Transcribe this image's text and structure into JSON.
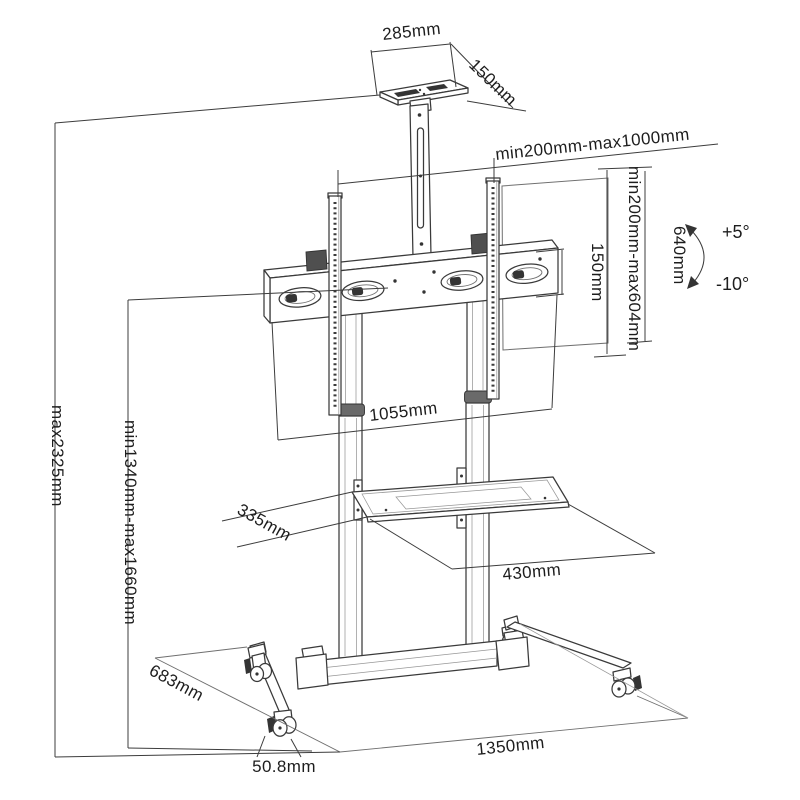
{
  "diagram": {
    "description": "Mobile TV cart stand technical dimension diagram",
    "ink": "#3a3a3a",
    "background": "#ffffff"
  },
  "dims": {
    "top_shelf_width": "285mm",
    "top_shelf_depth": "150mm",
    "rail_span_range": "min200mm-max1000mm",
    "vesa_height_range": "min200mm-max604mm",
    "rail_length": "640mm",
    "tilt_up": "+5°",
    "tilt_down": "-10°",
    "crossbar_height": "150mm",
    "crossbar_width": "1055mm",
    "max_overall_height": "max2325mm",
    "column_height_range": "min1340mm-max1660mm",
    "shelf_depth": "335mm",
    "shelf_width": "430mm",
    "base_depth": "683mm",
    "base_width": "1350mm",
    "caster_diameter": "50.8mm"
  }
}
